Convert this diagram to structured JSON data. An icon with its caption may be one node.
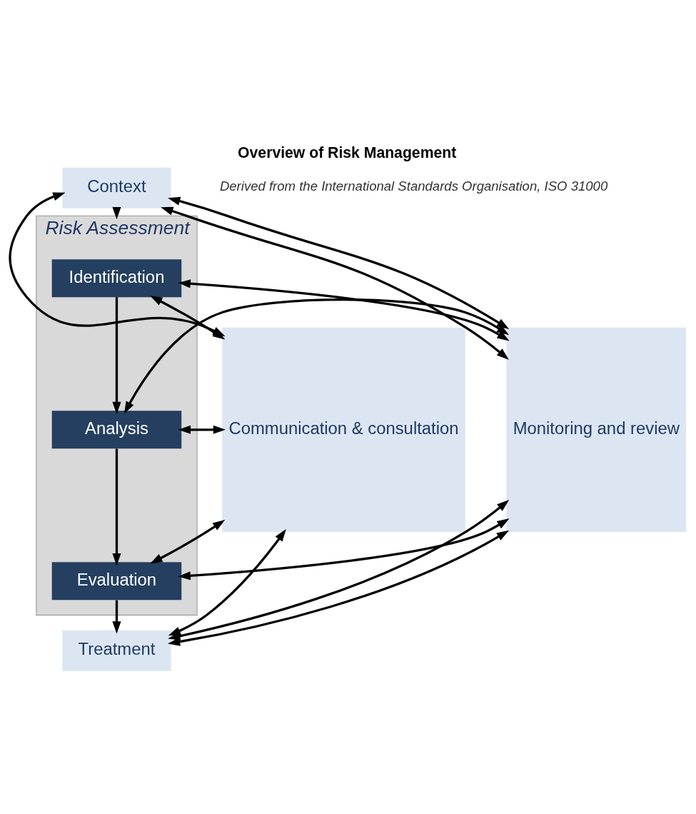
{
  "diagram": {
    "title": "Overview of Risk Management",
    "nodes": [
      {
        "text": [
          "Communication & consultation"
        ]
      },
      {
        "text": [
          "Context"
        ]
      },
      {
        "text": [
          "Risk Assessment"
        ]
      },
      {
        "text": [
          "Identification"
        ],
        "in": 2
      },
      {
        "text": [
          "Analysis"
        ],
        "in": 2
      },
      {
        "text": [
          "Evaluation"
        ],
        "in": 2
      },
      {
        "text": [
          "Treatment"
        ]
      },
      {
        "text": [
          "Monitoring and review"
        ]
      }
    ],
    "edges": [
      {
        "from": 1,
        "to": 7,
        "arrow": "both"
      },
      {
        "from": 0,
        "to": 1,
        "arrow": "both"
      },
      {
        "from": 1,
        "to": 7,
        "arrow": "both"
      },
      {
        "from": 1,
        "to": 2,
        "arrow": "to"
      },
      {
        "from": 0,
        "to": 3,
        "arrow": "both"
      },
      {
        "from": 3,
        "to": 7,
        "arrow": "both"
      },
      {
        "from": 3,
        "to": 4,
        "arrow": "to"
      },
      {
        "from": 0,
        "to": 4,
        "arrow": "both"
      },
      {
        "from": 4,
        "to": 7,
        "arrow": "both"
      },
      {
        "from": 4,
        "to": 5,
        "arrow": "to"
      },
      {
        "from": 0,
        "to": 5,
        "arrow": "both"
      },
      {
        "from": 5,
        "to": 7,
        "arrow": "both"
      },
      {
        "from": 5,
        "to": 6,
        "arrow": "to"
      },
      {
        "from": 0,
        "to": 6,
        "arrow": "both"
      },
      {
        "from": 6,
        "to": 7,
        "arrow": "both"
      },
      {
        "from": 6,
        "to": 7,
        "arrow": "both"
      }
    ],
    "labels": [
      "Derived from the International Standards Organisation, ISO 31000"
    ]
  }
}
